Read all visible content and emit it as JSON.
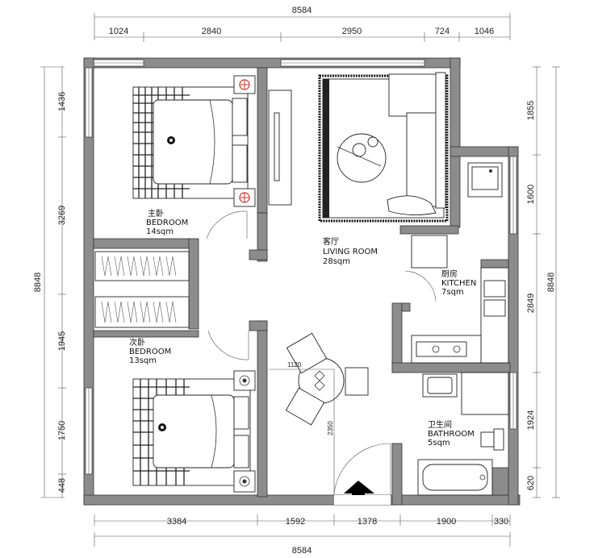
{
  "dimensions": {
    "top_total": "8584",
    "top_segments": [
      "1024",
      "2840",
      "2950",
      "724",
      "1046"
    ],
    "bottom_segments": [
      "3384",
      "1592",
      "1378",
      "1900",
      "330"
    ],
    "bottom_total": "8584",
    "left_total": "8848",
    "left_segments": [
      "1436",
      "3269",
      "1945",
      "1750",
      "448"
    ],
    "right_total": "8848",
    "right_segments": [
      "1855",
      "1600",
      "2849",
      "1924",
      "620"
    ],
    "table_width": "1120",
    "corridor_length": "2350"
  },
  "rooms": {
    "master_bedroom": {
      "cn": "主卧",
      "en": "BEDROOM",
      "area": "14sqm"
    },
    "living_room": {
      "cn": "客厅",
      "en": "LIVING ROOM",
      "area": "28sqm"
    },
    "kitchen": {
      "cn": "厨房",
      "en": "KITCHEN",
      "area": "7sqm"
    },
    "second_bedroom": {
      "cn": "次卧",
      "en": "BEDROOM",
      "area": "13sqm"
    },
    "bathroom": {
      "cn": "卫生间",
      "en": "BATHROOM",
      "area": "5sqm"
    }
  }
}
